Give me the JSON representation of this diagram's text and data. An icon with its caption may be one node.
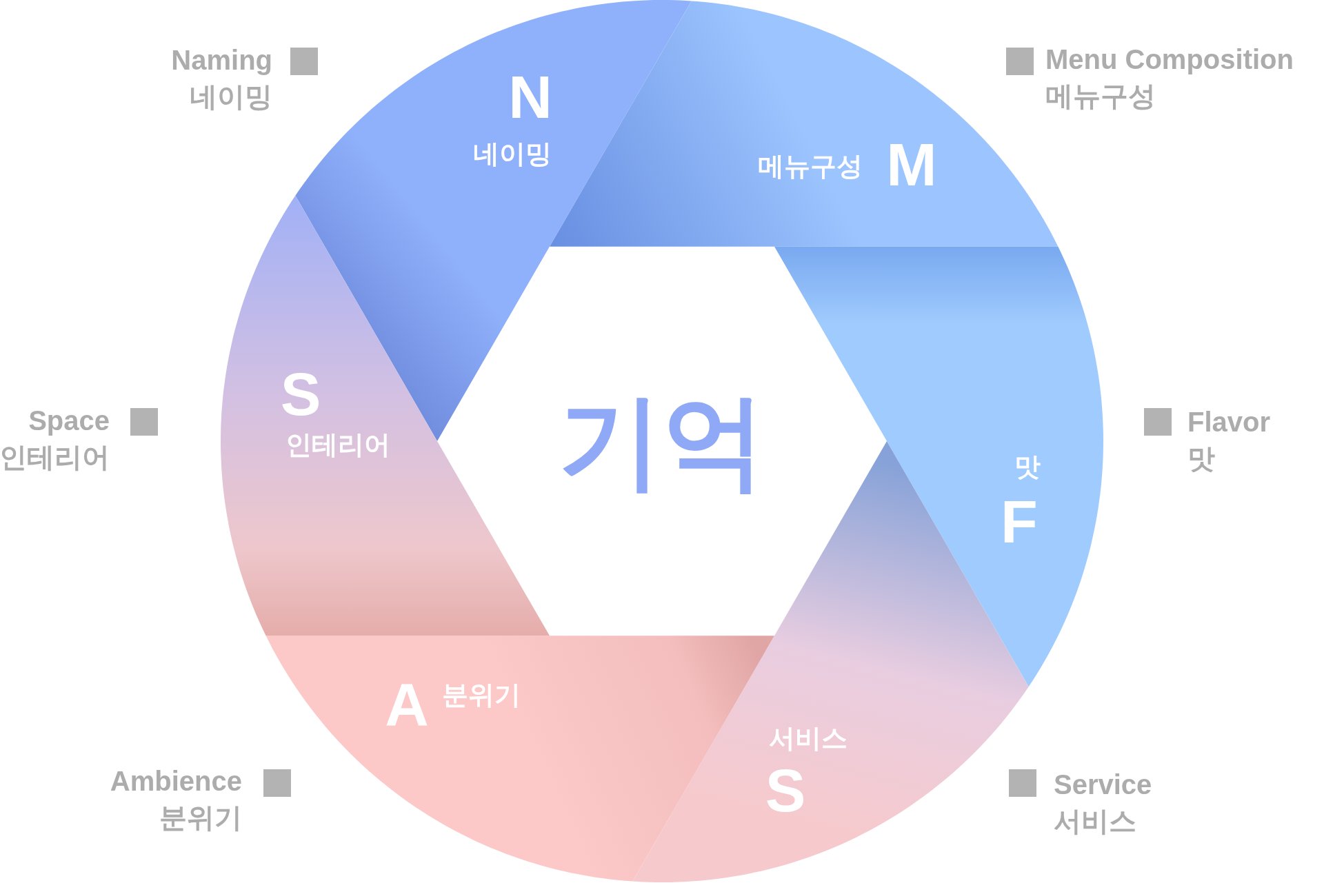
{
  "diagram": {
    "nodes": [
      {
        "text": [
          "기억"
        ]
      },
      {
        "text": [
          "N",
          "네이밍"
        ]
      },
      {
        "text": [
          "메뉴구성",
          "M"
        ]
      },
      {
        "text": [
          "맛",
          "F"
        ]
      },
      {
        "text": [
          "서비스",
          "S"
        ]
      },
      {
        "text": [
          "A",
          "분위기"
        ]
      },
      {
        "text": [
          "S",
          "인테리어"
        ]
      }
    ],
    "labels": [
      "Naming",
      "네이밍",
      "Menu Composition",
      "메뉴구성",
      "Space",
      "인테리어",
      "Flavor",
      "맛",
      "Ambience",
      "분위기",
      "Service",
      "서비스"
    ]
  }
}
